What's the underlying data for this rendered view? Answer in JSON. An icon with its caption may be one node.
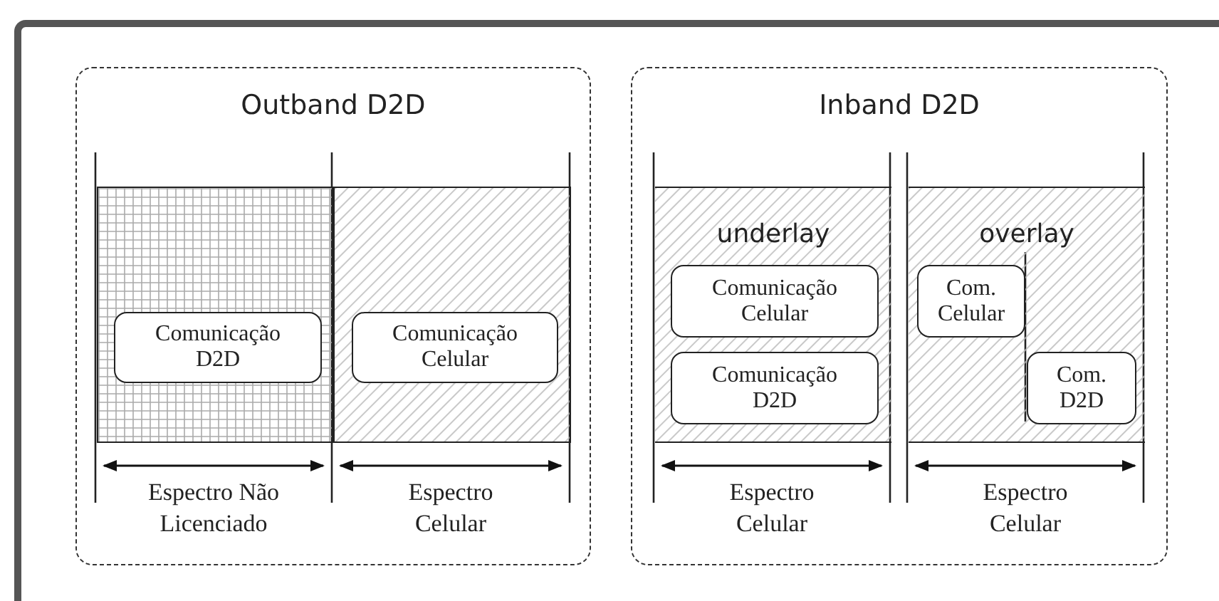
{
  "diagram": {
    "nodes": [
      {
        "text": [
          "Outband D2D"
        ]
      },
      {
        "text": [],
        "shape": "box",
        "in": 0
      },
      {
        "text": [
          "Comunicação D2D"
        ],
        "in": 1
      },
      {
        "text": [],
        "shape": "box",
        "in": 0
      },
      {
        "text": [
          "Comunicação Celular"
        ],
        "in": 3
      },
      {
        "text": [
          "Inband D2D"
        ]
      },
      {
        "text": [
          "underlay"
        ],
        "in": 5
      },
      {
        "text": [
          "Comunicação Celular"
        ],
        "in": 6
      },
      {
        "text": [
          "Comunicação D2D"
        ],
        "in": 6
      },
      {
        "text": [
          "overlay"
        ],
        "in": 5
      },
      {
        "text": [
          "Com. Celular"
        ],
        "in": 9
      },
      {
        "text": [
          "Com. D2D"
        ],
        "in": 9
      }
    ],
    "edges": [],
    "labels": [
      "Espectro Não Licenciado",
      "Espectro Celular",
      "Espectro Celular",
      "Espectro Celular"
    ]
  }
}
